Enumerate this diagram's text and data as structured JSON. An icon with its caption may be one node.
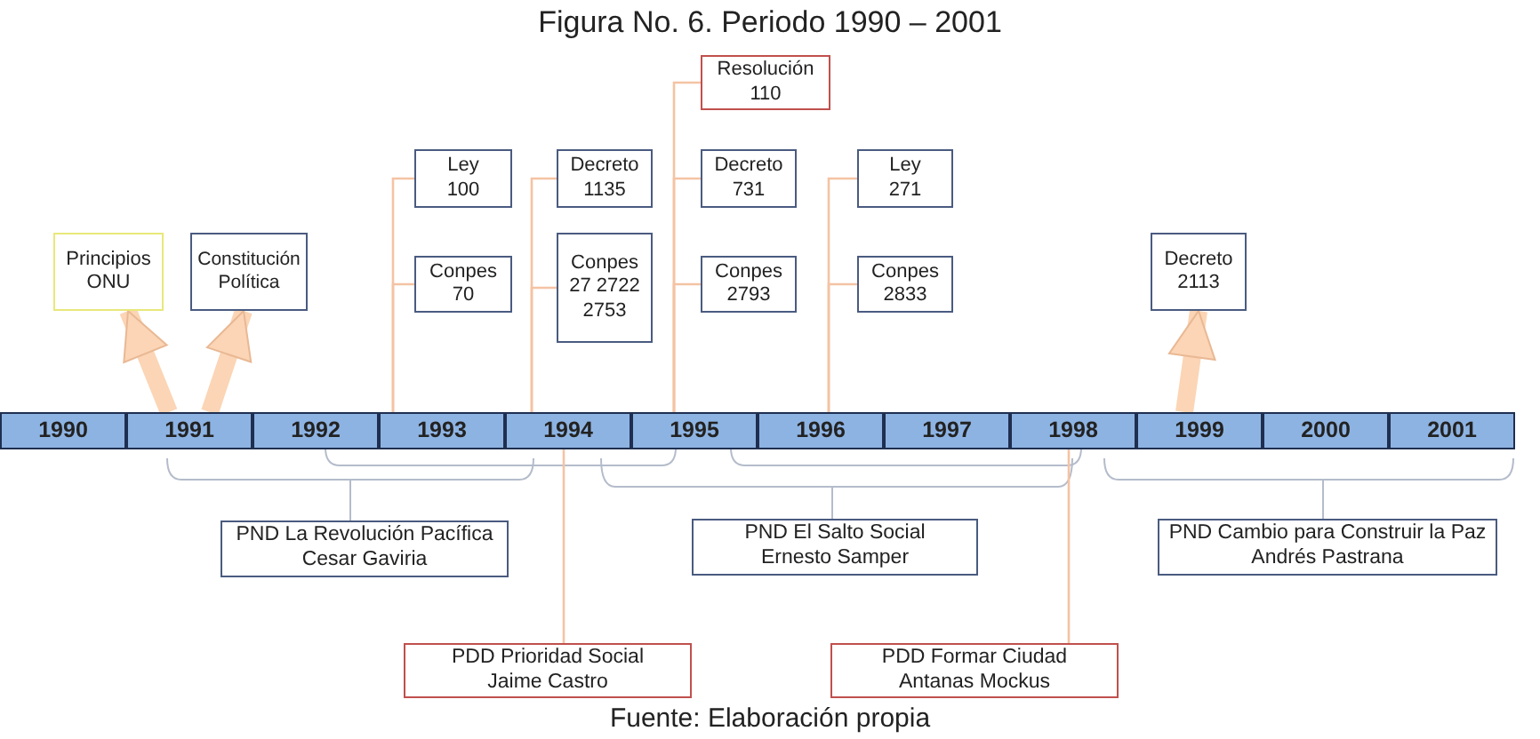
{
  "diagram": {
    "title": "Figura No. 6. Periodo 1990 – 2001",
    "caption": "Fuente: Elaboración propia",
    "nodes": [
      {
        "text": [
          "1990"
        ]
      },
      {
        "text": [
          "1991"
        ]
      },
      {
        "text": [
          "1992"
        ]
      },
      {
        "text": [
          "1993"
        ]
      },
      {
        "text": [
          "1994"
        ]
      },
      {
        "text": [
          "1995"
        ]
      },
      {
        "text": [
          "1996"
        ]
      },
      {
        "text": [
          "1997"
        ]
      },
      {
        "text": [
          "1998"
        ]
      },
      {
        "text": [
          "1999"
        ]
      },
      {
        "text": [
          "2000"
        ]
      },
      {
        "text": [
          "2001"
        ]
      },
      {
        "text": [
          "Principios ONU"
        ]
      },
      {
        "text": [
          "Constitución Política"
        ]
      },
      {
        "text": [
          "Ley 100"
        ]
      },
      {
        "text": [
          "Conpes 70"
        ]
      },
      {
        "text": [
          "Decreto 1135"
        ]
      },
      {
        "text": [
          "Conpes 27 2722 2753"
        ]
      },
      {
        "text": [
          "Resolución 110"
        ]
      },
      {
        "text": [
          "Decreto 731"
        ]
      },
      {
        "text": [
          "Conpes 2793"
        ]
      },
      {
        "text": [
          "Ley 271"
        ]
      },
      {
        "text": [
          "Conpes 2833"
        ]
      },
      {
        "text": [
          "Decreto 2113"
        ]
      },
      {
        "text": [
          "PND La Revolución Pacífica Cesar Gaviria"
        ]
      },
      {
        "text": [
          "PND El Salto Social Ernesto Samper"
        ]
      },
      {
        "text": [
          "PND Cambio para Construir la Paz Andrés Pastrana"
        ]
      },
      {
        "text": [
          "PDD Prioridad Social Jaime Castro"
        ]
      },
      {
        "text": [
          "PDD Formar Ciudad Antanas Mockus"
        ]
      }
    ],
    "edges": [
      {
        "from": 1,
        "to": 12,
        "arrow": "to",
        "style": "thick"
      },
      {
        "from": 1,
        "to": 13,
        "arrow": "to",
        "style": "thick"
      },
      {
        "from": 3,
        "to": 14,
        "arrow": "none"
      },
      {
        "from": 3,
        "to": 15,
        "arrow": "none"
      },
      {
        "from": 4,
        "to": 16,
        "arrow": "none"
      },
      {
        "from": 4,
        "to": 17,
        "arrow": "none"
      },
      {
        "from": 5,
        "to": 18,
        "arrow": "none"
      },
      {
        "from": 5,
        "to": 19,
        "arrow": "none"
      },
      {
        "from": 5,
        "to": 20,
        "arrow": "none"
      },
      {
        "from": 6,
        "to": 21,
        "arrow": "none"
      },
      {
        "from": 6,
        "to": 22,
        "arrow": "none"
      },
      {
        "from": 9,
        "to": 23,
        "arrow": "to",
        "style": "thick"
      },
      {
        "from": 4,
        "to": 27,
        "arrow": "none"
      },
      {
        "from": 8,
        "to": 28,
        "arrow": "none"
      }
    ]
  }
}
